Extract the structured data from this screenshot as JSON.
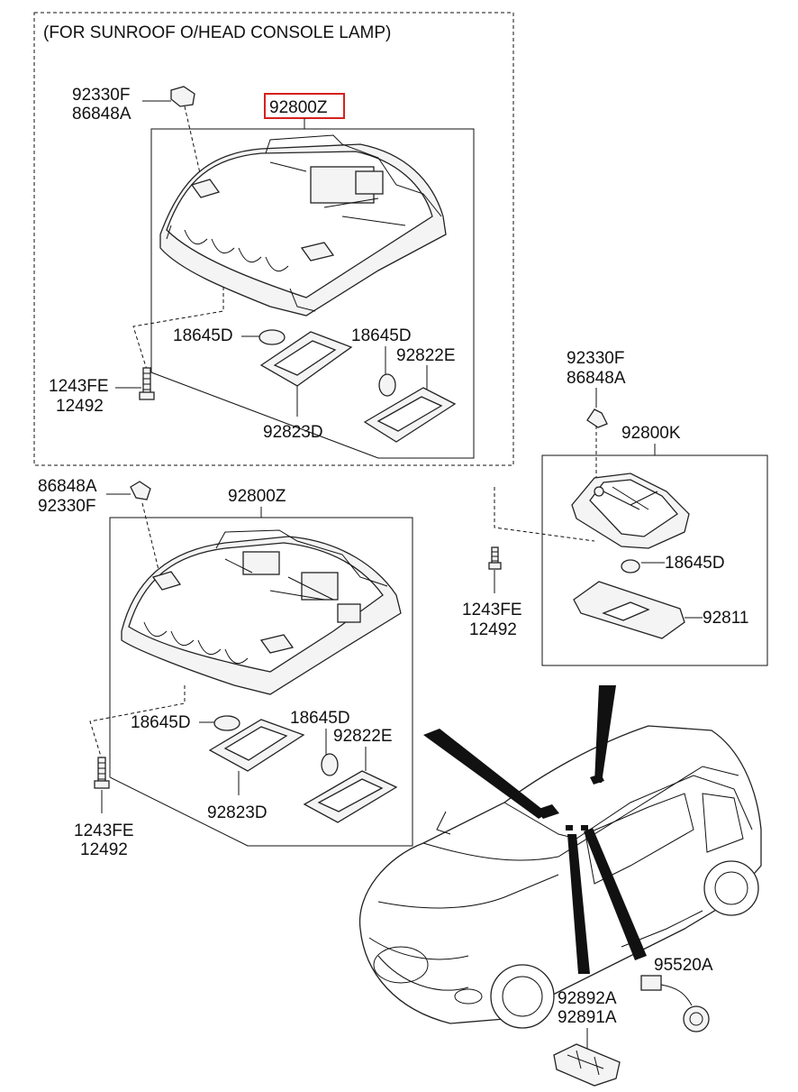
{
  "header_note": "(FOR SUNROOF O/HEAD CONSOLE LAMP)",
  "highlight_color": "#d62020",
  "labels": {
    "top_clip_a": "92330F",
    "top_clip_b": "86848A",
    "top_assembly": "92800Z",
    "top_bulb_left": "18645D",
    "top_bulb_right": "18645D",
    "top_lens_right": "92822E",
    "top_screw_a": "1243FE",
    "top_screw_b": "12492",
    "top_lens_left": "92823D",
    "rt_clip_a": "92330F",
    "rt_clip_b": "86848A",
    "rt_assembly": "92800K",
    "rt_bulb": "18645D",
    "rt_lens": "92811",
    "rt_screw_a": "1243FE",
    "rt_screw_b": "12492",
    "mid_clip_a": "86848A",
    "mid_clip_b": "92330F",
    "mid_assembly": "92800Z",
    "mid_bulb_left": "18645D",
    "mid_bulb_right": "18645D",
    "mid_lens_right": "92822E",
    "mid_screw_a": "1243FE",
    "mid_screw_b": "12492",
    "mid_lens_left": "92823D",
    "harness": "95520A",
    "vanity_a": "92892A",
    "vanity_b": "92891A"
  }
}
